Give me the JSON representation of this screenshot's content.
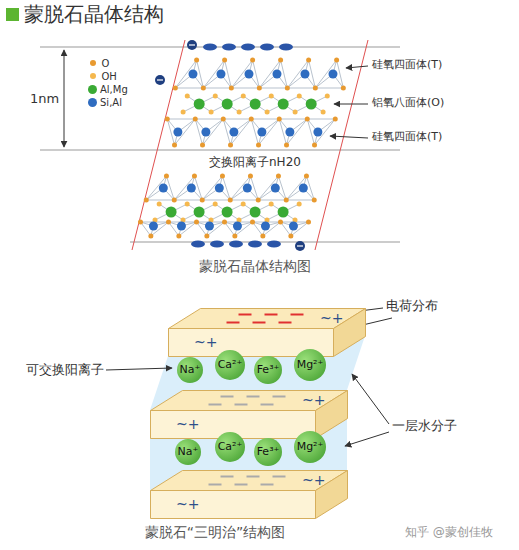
{
  "diagram": {
    "title": "蒙脱石晶体结构",
    "nodes": [
      {
        "text": [
          "~+",
          "~+"
        ]
      },
      {
        "text": [
          "Na⁺"
        ]
      },
      {
        "text": [
          "Ca²⁺"
        ]
      },
      {
        "text": [
          "Fe³⁺"
        ]
      },
      {
        "text": [
          "Mg²⁺"
        ]
      },
      {
        "text": [
          "~+",
          "~+"
        ]
      },
      {
        "text": [
          "Na⁺"
        ]
      },
      {
        "text": [
          "Ca²⁺"
        ]
      },
      {
        "text": [
          "Fe³⁺"
        ]
      },
      {
        "text": [
          "Mg²⁺"
        ]
      },
      {
        "text": [
          "~+",
          "~+"
        ]
      }
    ],
    "labels": [
      "1nm",
      "硅氧四面体(T)",
      "铝氧八面体(O)",
      "硅氧四面体(T)",
      "交换阳离子nH20",
      "蒙脱石晶体结构图",
      "电荷分布",
      "可交换阳离子",
      "一层水分子",
      "蒙脱石“三明治”结构图",
      "知乎 @蒙创佳牧"
    ],
    "legend": [
      {
        "text": "O",
        "color": "#e89a30"
      },
      {
        "text": "OH",
        "color": "#f5b84e"
      },
      {
        "text": "Al,Mg",
        "color": "#3aaa35"
      },
      {
        "text": "Si,Al",
        "color": "#2f6cc0"
      }
    ]
  }
}
